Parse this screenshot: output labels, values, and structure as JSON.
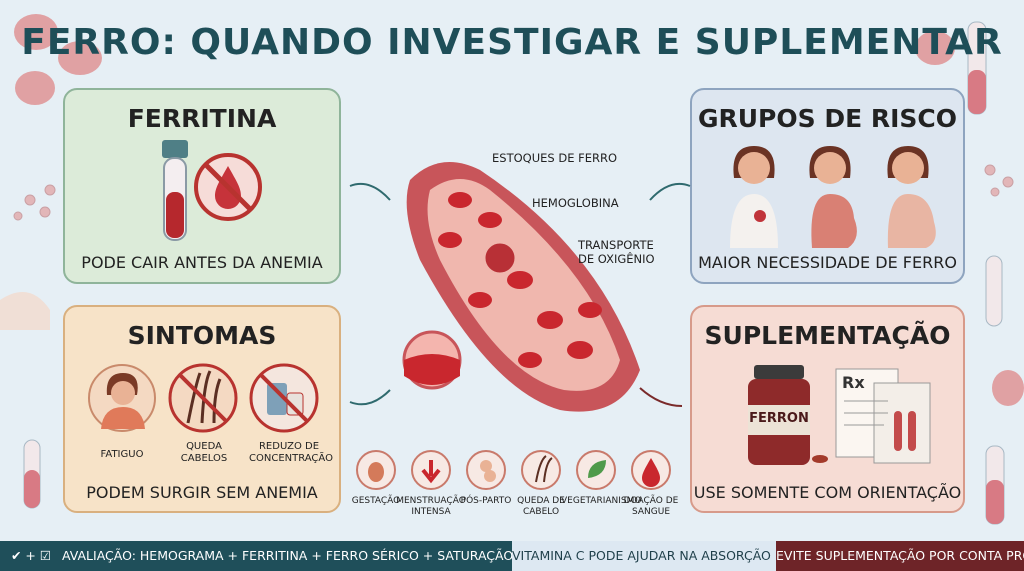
{
  "title": "FERRO: QUANDO INVESTIGAR E SUPLEMENTAR",
  "panels": {
    "ferritina": {
      "title": "FERRITINA",
      "footer": "PODE CAIR ANTES DA ANEMIA"
    },
    "grupos": {
      "title": "GRUPOS DE RISCO",
      "footer": "MAIOR NECESSIDADE DE FERRO"
    },
    "sintomas": {
      "title": "SINTOMAS",
      "items": [
        "FATIGUO",
        "QUEDA CABELOS",
        "REDUZO DE CONCENTRAÇÃO"
      ],
      "footer": "PODEM SURGIR SEM ANEMIA"
    },
    "suplementacao": {
      "title": "SUPLEMENTAÇÃO",
      "bottle_label": "FERRON",
      "rx": "Rx",
      "footer": "USE SOMENTE COM ORIENTAÇÃO"
    }
  },
  "vessel": {
    "labels": [
      "ESTOQUES DE FERRO",
      "HEMOGLOBINA",
      "TRANSPORTE DE OXIGÊNIO"
    ]
  },
  "icons_row": [
    {
      "label": "GESTAÇÃO",
      "icon": "pregnancy-icon"
    },
    {
      "label": "MENSTRUAÇÃO INTENSA",
      "icon": "down-arrow-icon"
    },
    {
      "label": "PÓS-PARTO",
      "icon": "mother-baby-icon"
    },
    {
      "label": "QUEDA DE CABELO",
      "icon": "hair-icon"
    },
    {
      "label": "VEGETARIANISMO",
      "icon": "leaf-icon"
    },
    {
      "label": "DOAÇÃO DE SANGUE",
      "icon": "blood-drop-icon"
    }
  ],
  "bottom_bar": {
    "left": "AVALIAÇÃO: HEMOGRAMA + FERRITINA + FERRO SÉRICO + SATURAÇÃO DE TRANSFERRINA",
    "middle": "VITAMINA C PODE AJUDAR NA ABSORÇÃO DO FERRO",
    "right": "EVITE SUPLEMENTAÇÃO POR CONTA PRÓPRIA",
    "colors": {
      "left": "#1f4f5a",
      "middle": "#dde8f2",
      "right": "#6e2428"
    }
  }
}
